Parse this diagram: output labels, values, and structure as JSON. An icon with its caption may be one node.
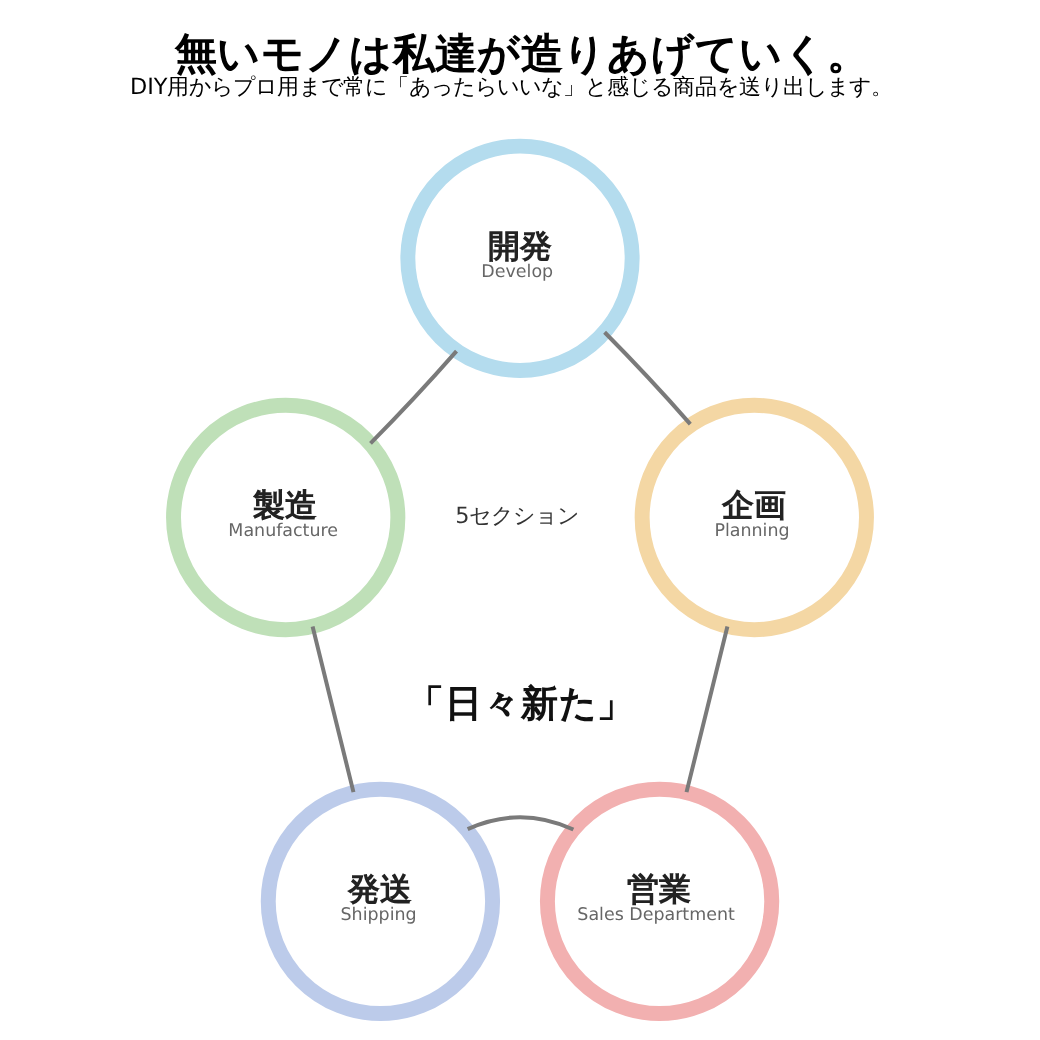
{
  "diagram": {
    "title": "無いモノは私達が造りあげていく。",
    "caption": "DIY用からプロ用まで常に「あったらいいな」と感じる商品を送り出します。",
    "nodes": [
      {
        "text": [
          "開発",
          "Develop"
        ]
      },
      {
        "text": [
          "製造",
          "Manufacture"
        ]
      },
      {
        "text": [
          "企画",
          "Planning"
        ]
      },
      {
        "text": [
          "発送",
          "Shipping"
        ]
      },
      {
        "text": [
          "営業",
          "Sales Department"
        ]
      }
    ],
    "edges": [
      {
        "from": 0,
        "to": 2,
        "arrow": "none"
      },
      {
        "from": 2,
        "to": 4,
        "arrow": "none"
      },
      {
        "from": 4,
        "to": 3,
        "arrow": "none"
      },
      {
        "from": 3,
        "to": 1,
        "arrow": "none"
      },
      {
        "from": 1,
        "to": 0,
        "arrow": "none"
      }
    ],
    "labels": [
      "5セクション",
      "「日々新た」"
    ]
  }
}
